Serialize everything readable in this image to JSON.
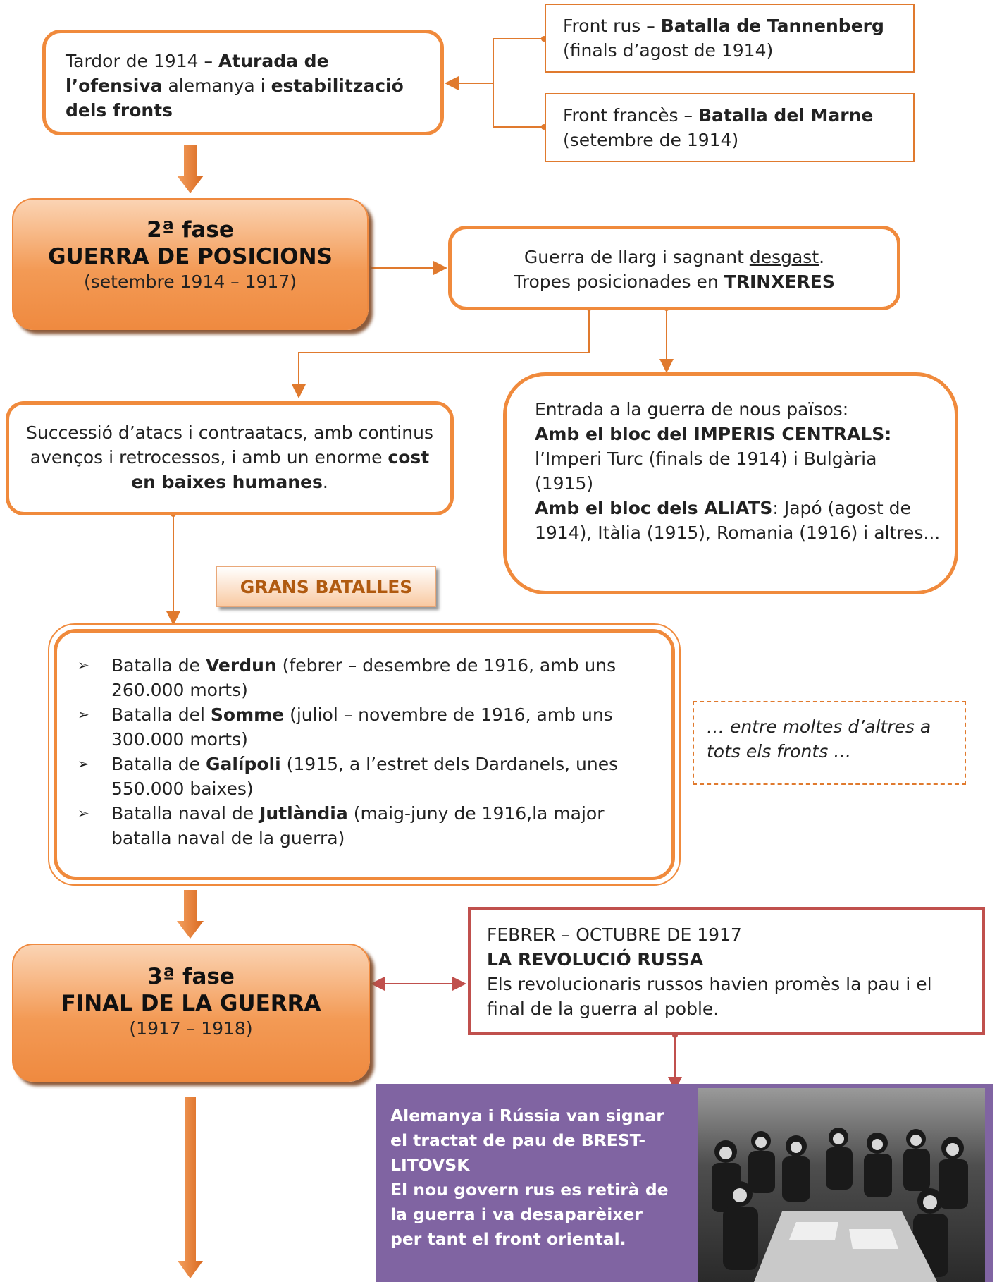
{
  "fase1_end": {
    "prefix": "Tardor de 1914 – ",
    "b1": "Aturada de l’ofensiva",
    "mid": " alemanya i ",
    "b2": "estabilització dels fronts"
  },
  "front_rus": {
    "prefix": "Front rus – ",
    "bold": "Batalla de Tannenberg",
    "date": "(finals d’agost de 1914)"
  },
  "front_frances": {
    "prefix": "Front francès  – ",
    "bold": "Batalla del Marne",
    "date": "(setembre de 1914)"
  },
  "fase2": {
    "title1": "2ª fase",
    "title2": "GUERRA DE POSICIONS",
    "dates": "(setembre 1914 – 1917)"
  },
  "desgast": {
    "line1_prefix": "Guerra de llarg i sagnant ",
    "line1_underlined": "desgast",
    "line1_suffix": ".",
    "line2_prefix": "Tropes posicionades en ",
    "line2_bold": "TRINXERES"
  },
  "atacs": {
    "text": "Successió d’atacs i contraatacs, amb continus avenços i retrocessos, i amb un enorme ",
    "bold": "cost en baixes humanes",
    "suffix": "."
  },
  "nous_paisos": {
    "intro": "Entrada a la guerra de nous països:",
    "centrals_title": "Amb el bloc del IMPERIS CENTRALS:",
    "centrals_text": "l’Imperi Turc (finals de 1914) i Bulgària (1915)",
    "aliats_title": "Amb el bloc dels ALIATS",
    "aliats_text": ": Japó (agost de 1914), Itàlia (1915), Romania (1916) i altres..."
  },
  "grans_batalles": {
    "label": "GRANS BATALLES",
    "bullet": "➢",
    "items": [
      {
        "pre": "Batalla de ",
        "bold": "Verdun",
        "post": " (febrer – desembre de 1916, amb uns 260.000 morts)"
      },
      {
        "pre": "Batalla del ",
        "bold": "Somme",
        "post": " (juliol – novembre de 1916, amb uns 300.000 morts)"
      },
      {
        "pre": "Batalla de ",
        "bold": "Galípoli",
        "post": " (1915, a l’estret dels Dardanels, unes 550.000 baixes)"
      },
      {
        "pre": "Batalla naval de ",
        "bold": "Jutlàndia",
        "post": " (maig-juny de 1916,la major batalla naval de la guerra)"
      }
    ]
  },
  "altres": {
    "text": "… entre moltes d’altres a tots els fronts …"
  },
  "fase3": {
    "title1": "3ª fase",
    "title2": "FINAL DE LA GUERRA",
    "dates": "(1917 – 1918)"
  },
  "revolucio": {
    "dates": "FEBRER – OCTUBRE DE 1917",
    "title": "LA REVOLUCIÓ RUSSA",
    "text": "Els revolucionaris russos havien promès la pau i el final de la  guerra al poble."
  },
  "brest": {
    "text1": "Alemanya i Rússia van signar el tractat de pau de BREST-LITOVSK",
    "text2": "El nou govern rus es retirà de la guerra i va desaparèixer  per tant el front oriental."
  },
  "colors": {
    "orange": "#f08a3c",
    "dark_orange": "#e07a2e",
    "red": "#c0504d",
    "purple": "#8064a2"
  }
}
